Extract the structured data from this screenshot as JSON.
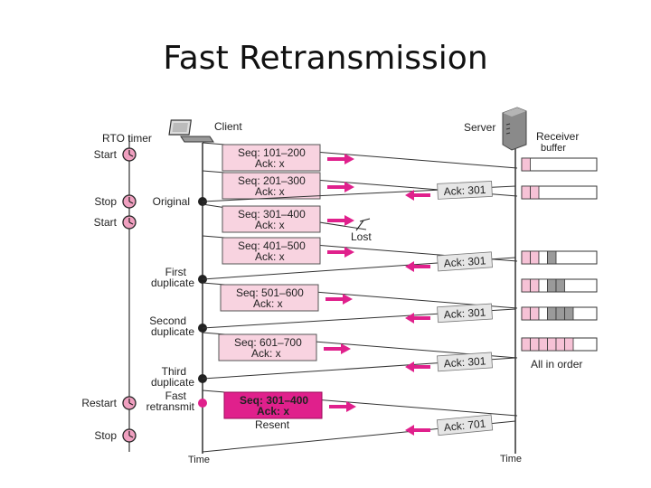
{
  "title": "Fast Retransmission",
  "labels": {
    "rto_timer": "RTO timer",
    "client": "Client",
    "server": "Server",
    "receiver": "Receiver",
    "buffer": "buffer",
    "time_left": "Time",
    "time_right": "Time",
    "lost": "Lost",
    "resent": "Resent",
    "all_in_order": "All in order"
  },
  "timer_events": [
    "Start",
    "Stop",
    "Start",
    "Restart",
    "Stop"
  ],
  "client_events": [
    [
      "Original"
    ],
    [
      "First",
      "duplicate"
    ],
    [
      "Second",
      "duplicate"
    ],
    [
      "Third",
      "duplicate"
    ],
    [
      "Fast",
      "retransmit"
    ]
  ],
  "segments": [
    {
      "seq": "Seq: 101–200",
      "ack": "Ack: x"
    },
    {
      "seq": "Seq: 201–300",
      "ack": "Ack: x"
    },
    {
      "seq": "Seq: 301–400",
      "ack": "Ack: x"
    },
    {
      "seq": "Seq: 401–500",
      "ack": "Ack: x"
    },
    {
      "seq": "Seq: 501–600",
      "ack": "Ack: x"
    },
    {
      "seq": "Seq: 601–700",
      "ack": "Ack: x"
    },
    {
      "seq": "Seq: 301–400",
      "ack": "Ack: x"
    }
  ],
  "acks": [
    "Ack: 301",
    "Ack: 301",
    "Ack: 301",
    "Ack: 301",
    "Ack: 701"
  ],
  "colors": {
    "segment_fill": "#f8d3e0",
    "retransmit_fill": "#e0208c",
    "arrow_pink": "#e0208c",
    "ack_box": "#e6e6e6",
    "timer_clock": "#f0a0c0",
    "buffer_pink": "#f6c2d6",
    "buffer_gray": "#9a9a9a"
  }
}
